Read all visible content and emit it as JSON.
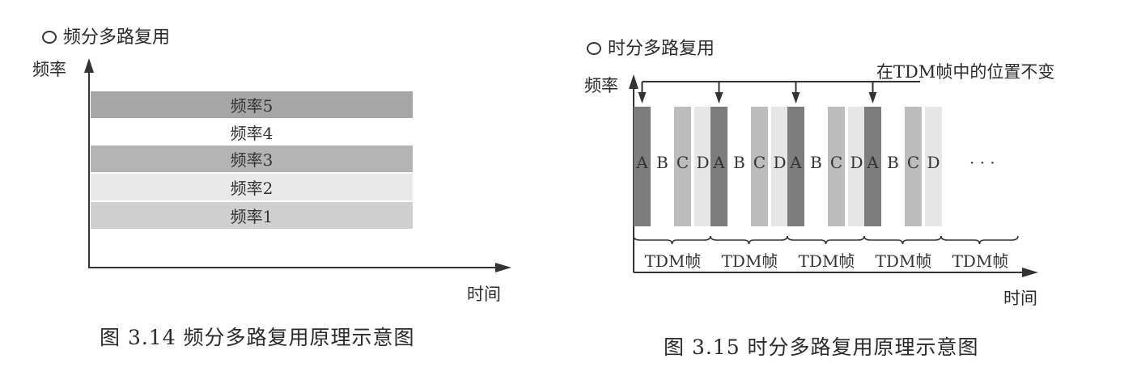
{
  "fdm": {
    "title": "频分多路复用",
    "ylabel": "频率",
    "xlabel": "时间",
    "bands": [
      {
        "label": "频率5",
        "color": "#a6a6a6"
      },
      {
        "label": "频率4",
        "color": "#ffffff"
      },
      {
        "label": "频率3",
        "color": "#b4b4b4"
      },
      {
        "label": "频率2",
        "color": "#e9e9e9"
      },
      {
        "label": "频率1",
        "color": "#cfcfcf"
      }
    ],
    "caption": "图 3.14    频分多路复用原理示意图"
  },
  "tdm": {
    "title": "时分多路复用",
    "ylabel": "频率",
    "xlabel": "时间",
    "annotation": "在TDM帧中的位置不变",
    "slots": [
      "A",
      "B",
      "C",
      "D"
    ],
    "slot_colors": {
      "A": "#7d7d7d",
      "B": "#ffffff",
      "C": "#bcbcbc",
      "D": "#e6e6e6"
    },
    "frame_count_drawn": 4,
    "ellipsis": "· · ·",
    "frame_label": "TDM帧",
    "frames": [
      "TDM帧",
      "TDM帧",
      "TDM帧",
      "TDM帧",
      "TDM帧"
    ],
    "caption": "图 3.15    时分多路复用原理示意图"
  }
}
